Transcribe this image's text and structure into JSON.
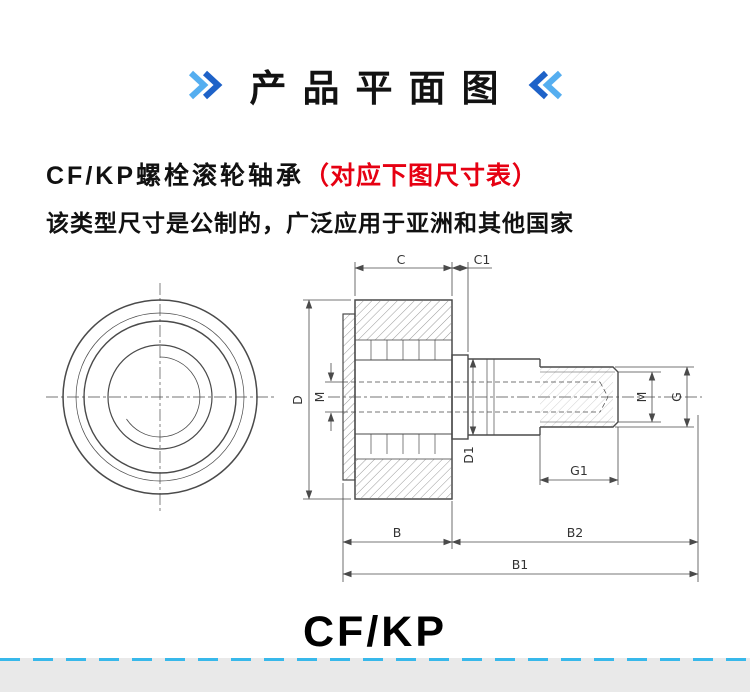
{
  "header": {
    "title": "产品平面图"
  },
  "intro": {
    "line1_model": "CF/KP螺栓滚轮轴承",
    "line1_note": "（对应下图尺寸表）",
    "line2": "该类型尺寸是公制的，广泛应用于亚洲和其他国家"
  },
  "drawing": {
    "dims": {
      "c": "C",
      "c1": "C1",
      "d": "D",
      "m_left": "M",
      "d1": "D1",
      "m_right": "M",
      "g": "G",
      "g1": "G1",
      "b": "B",
      "b2": "B2",
      "b1": "B1"
    }
  },
  "footer": {
    "model": "CF/KP"
  },
  "colors": {
    "chevron_dark": "#1e62c8",
    "chevron_light": "#55aef0",
    "note_red": "#e60012",
    "dashed_line_cyan": "#38b8ea",
    "drawing_line": "#4a4a4a",
    "bottom_strip_gray": "#e9e9e9"
  }
}
